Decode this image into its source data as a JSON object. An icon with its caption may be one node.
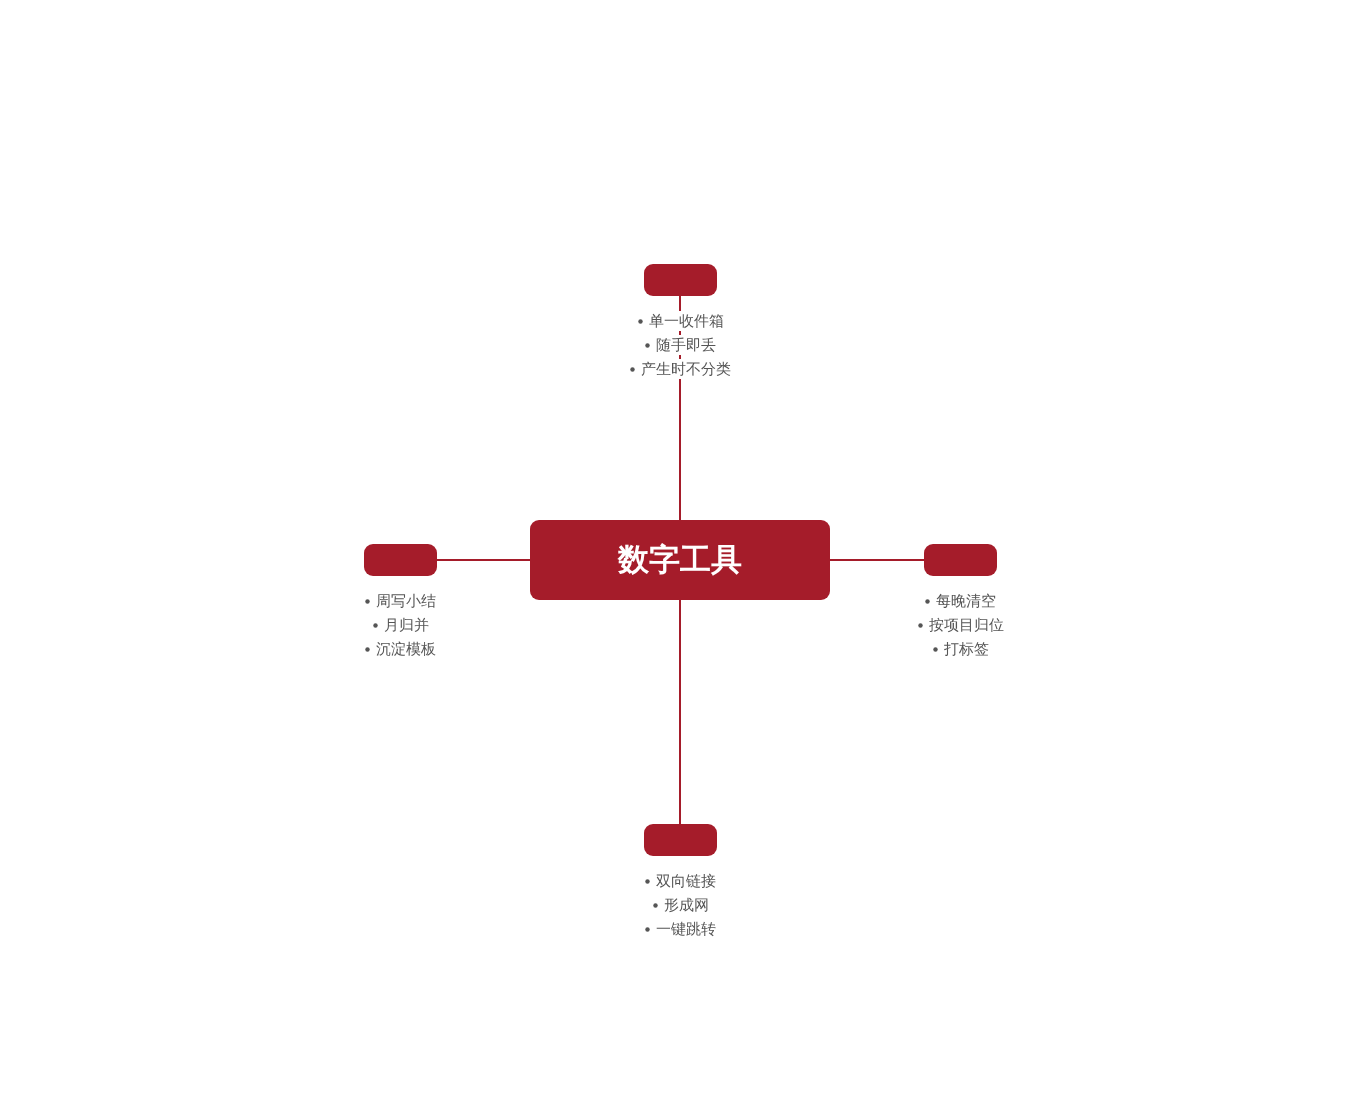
{
  "diagram": {
    "nodes": [
      {
        "text": [
          "数字工具"
        ]
      },
      {
        "text": [],
        "shape": "box",
        "beside": [
          "单一收件箱",
          "随手即丢",
          "产生时不分类"
        ]
      },
      {
        "text": [],
        "shape": "box",
        "beside": [
          "周写小结",
          "月归并",
          "沉淀模板"
        ]
      },
      {
        "text": [],
        "shape": "box",
        "beside": [
          "每晚清空",
          "按项目归位",
          "打标签"
        ]
      },
      {
        "text": [],
        "shape": "box",
        "beside": [
          "双向链接",
          "形成网",
          "一键跳转"
        ]
      }
    ],
    "edges": [
      {
        "from": 0,
        "to": 1,
        "arrow": "none"
      },
      {
        "from": 0,
        "to": 2,
        "arrow": "none"
      },
      {
        "from": 0,
        "to": 3,
        "arrow": "none"
      },
      {
        "from": 0,
        "to": 4,
        "arrow": "none"
      }
    ]
  }
}
